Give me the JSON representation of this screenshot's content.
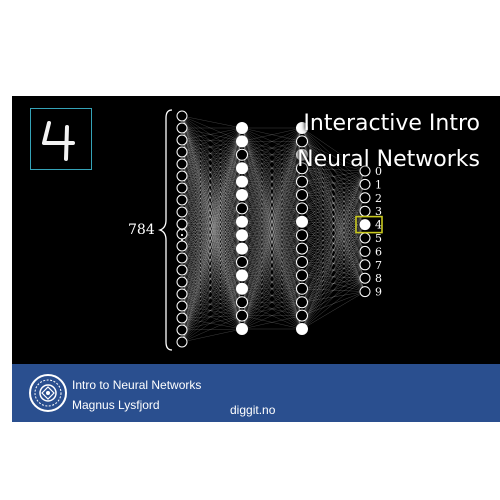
{
  "slide": {
    "title_line1": "Interactive Intro",
    "title_line2": "Neural Networks",
    "input_count": "784",
    "input_ellipsis": "⋮",
    "output_digits": [
      "0",
      "1",
      "2",
      "3",
      "4",
      "5",
      "6",
      "7",
      "8",
      "9"
    ],
    "predicted_digit": "4",
    "highlight_color": "#c8c81e",
    "digit_box_color": "#35a3b8"
  },
  "footer": {
    "course": "Intro to Neural Networks",
    "author": "Magnus Lysfjord",
    "site": "diggit.no",
    "bar_color": "#2a4f8f"
  },
  "icons": {
    "logo": "circular-seal-logo"
  }
}
